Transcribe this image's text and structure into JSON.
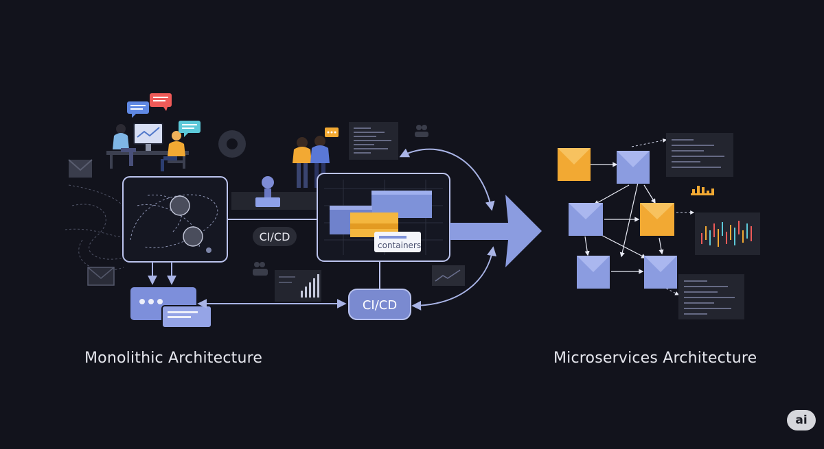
{
  "labels": {
    "monolithic": "Monolithic Architecture",
    "microservices": "Microservices Architecture",
    "cicd_top": "CI/CD",
    "cicd_bottom": "CI/CD",
    "containers": "containers",
    "badge": "ai"
  },
  "colors": {
    "background": "#12131c",
    "accent_blue": "#8b9ce0",
    "service_orange": "#f2a933",
    "line": "#a9b4e6"
  },
  "icons": [
    "people-at-computer-icon",
    "chat-bubble-icon",
    "handshake-people-icon",
    "robot-icon",
    "container-icon",
    "code-window-icon",
    "bar-chart-icon",
    "mail-icon",
    "gear-icon"
  ]
}
